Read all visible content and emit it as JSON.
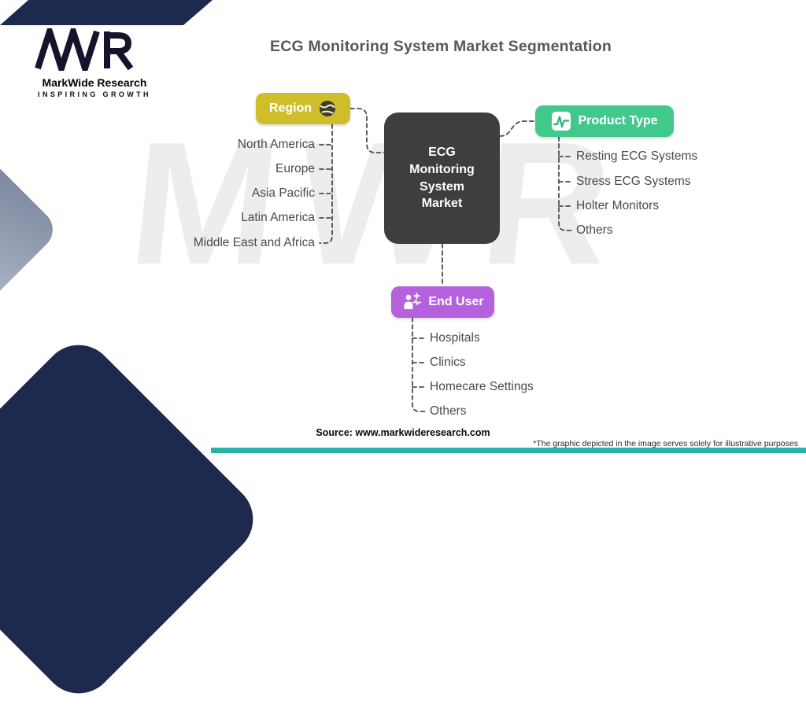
{
  "logo": {
    "monogram": "MWR",
    "brand": "MarkWide Research",
    "tagline": "INSPIRING GROWTH"
  },
  "title": "ECG Monitoring System Market Segmentation",
  "center": {
    "lines": [
      "ECG",
      "Monitoring",
      "System",
      "Market"
    ]
  },
  "branches": [
    {
      "label": "Region",
      "color": "#cfbe29",
      "icon": "globe-icon",
      "items": [
        "North America",
        "Europe",
        "Asia Pacific",
        "Latin America",
        "Middle East and Africa"
      ]
    },
    {
      "label": "Product Type",
      "color": "#41c98c",
      "icon": "ecg-chart-icon",
      "items": [
        "Resting ECG Systems",
        "Stress ECG Systems",
        "Holter Monitors",
        "Others"
      ]
    },
    {
      "label": "End User",
      "color": "#b561de",
      "icon": "medical-person-icon",
      "items": [
        "Hospitals",
        "Clinics",
        "Homecare Settings",
        "Others"
      ]
    }
  ],
  "footer": {
    "source": "Source: www.markwideresearch.com",
    "disclaimer": "*The graphic depicted in the image serves solely for illustrative purposes"
  },
  "watermark": "MWR",
  "colors": {
    "navy": "#1d2a4d",
    "teal": "#2bb3a3",
    "center_node": "#3e3e3e"
  }
}
